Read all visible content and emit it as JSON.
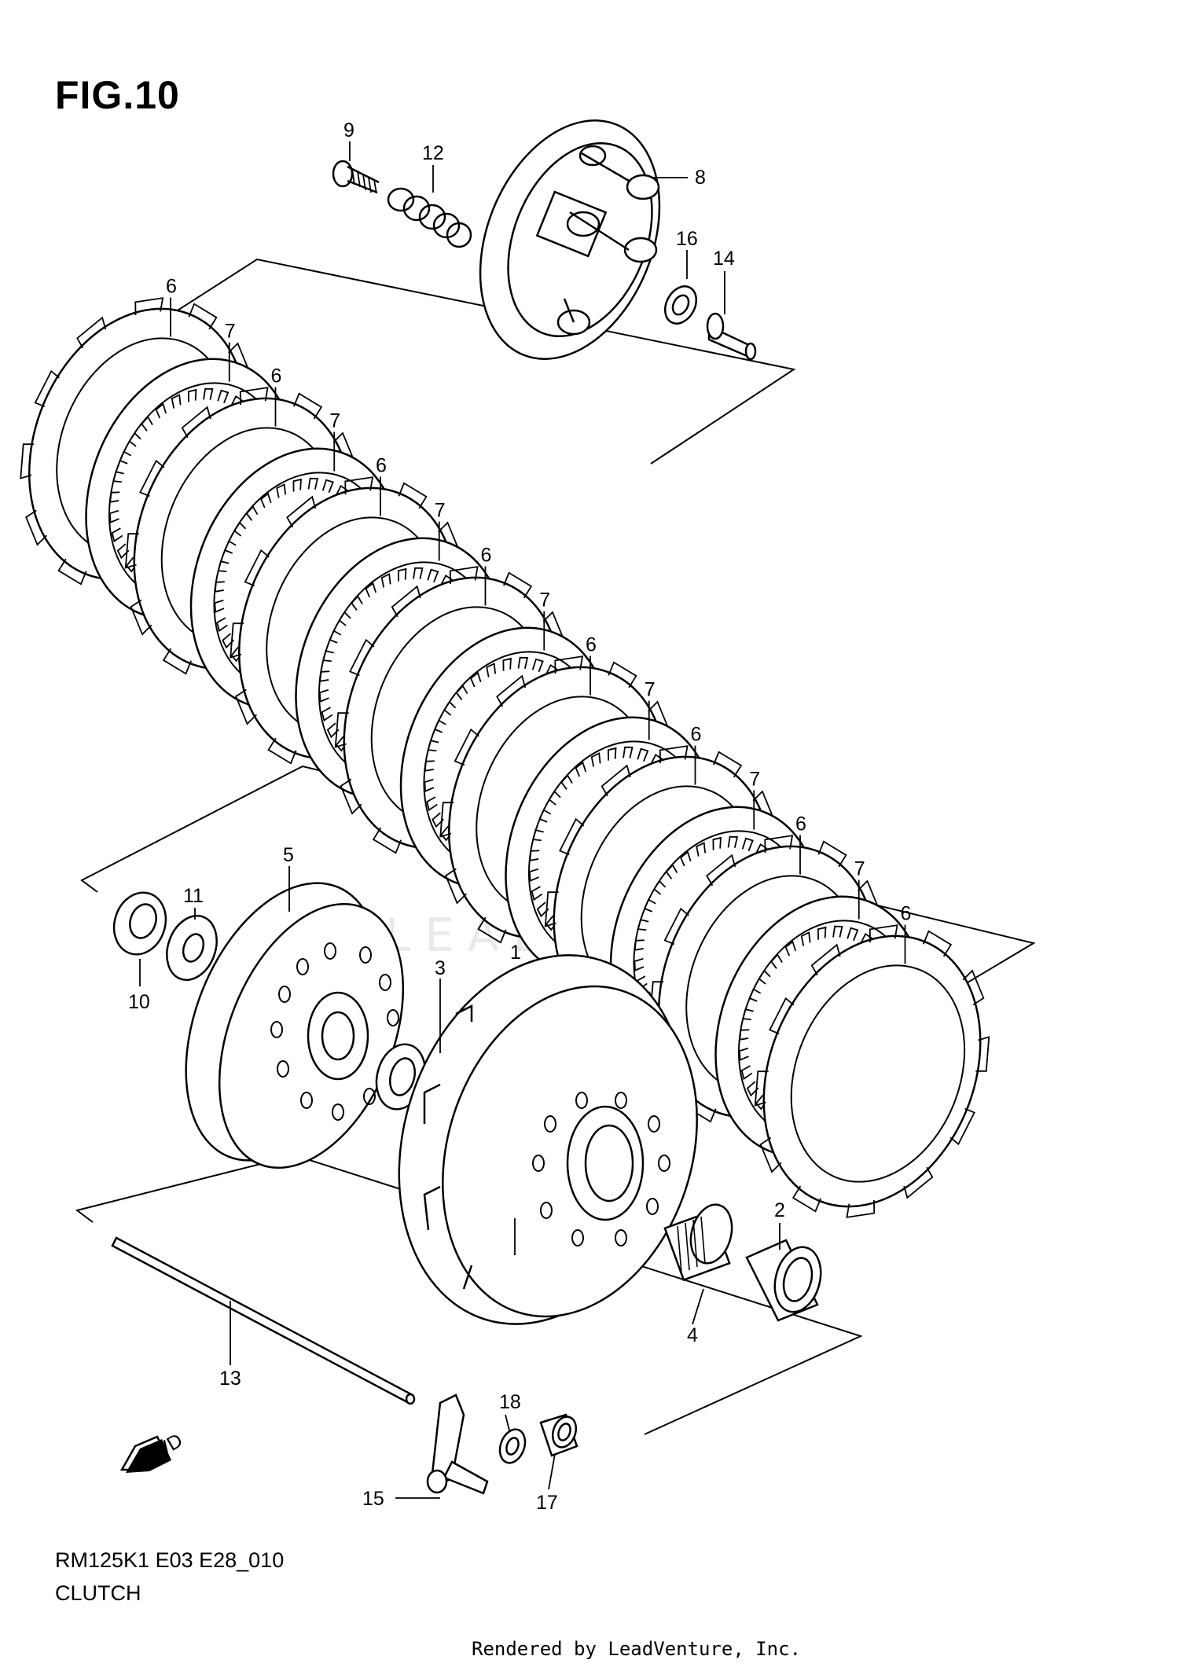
{
  "figure_title": "FIG.10",
  "model_code": "RM125K1 E03 E28_010",
  "section_name": "CLUTCH",
  "credit": "Rendered by LeadVenture, Inc.",
  "watermark": "LEADVENTURE",
  "fwd_label": "FWD",
  "callouts": {
    "n1": "1",
    "n2": "2",
    "n3": "3",
    "n4": "4",
    "n5": "5",
    "n6": "6",
    "n7": "7",
    "n8": "8",
    "n9": "9",
    "n10": "10",
    "n11": "11",
    "n12": "12",
    "n13": "13",
    "n14": "14",
    "n15": "15",
    "n16": "16",
    "n17": "17",
    "n18": "18"
  },
  "plate_stack": {
    "drive_plates": 8,
    "driven_plates": 7
  }
}
